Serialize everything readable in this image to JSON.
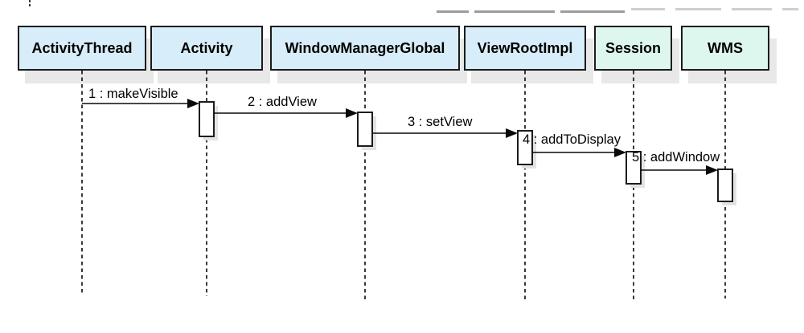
{
  "diagram": {
    "type": "uml-sequence-diagram",
    "participants": [
      {
        "id": "activity-thread",
        "label": "ActivityThread",
        "fill": "#d7edf9"
      },
      {
        "id": "activity",
        "label": "Activity",
        "fill": "#d7edf9"
      },
      {
        "id": "window-manager-global",
        "label": "WindowManagerGlobal",
        "fill": "#d7edf9"
      },
      {
        "id": "view-root-impl",
        "label": "ViewRootImpl",
        "fill": "#d7edf9"
      },
      {
        "id": "session",
        "label": "Session",
        "fill": "#ddf7ee"
      },
      {
        "id": "wms",
        "label": "WMS",
        "fill": "#ddf7ee"
      }
    ],
    "messages": [
      {
        "seq": 1,
        "name": "makeVisible",
        "label": "1 : makeVisible",
        "from": "ActivityThread",
        "to": "Activity"
      },
      {
        "seq": 2,
        "name": "addView",
        "label": "2 : addView",
        "from": "Activity",
        "to": "WindowManagerGlobal"
      },
      {
        "seq": 3,
        "name": "setView",
        "label": "3 : setView",
        "from": "WindowManagerGlobal",
        "to": "ViewRootImpl"
      },
      {
        "seq": 4,
        "name": "addToDisplay",
        "label": "4 : addToDisplay",
        "from": "ViewRootImpl",
        "to": "Session"
      },
      {
        "seq": 5,
        "name": "addWindow",
        "label": "5 : addWindow",
        "from": "Session",
        "to": "WMS"
      }
    ],
    "colors": {
      "participant_blue": "#d7edf9",
      "participant_green": "#ddf7ee",
      "box_border": "#1c1c1c",
      "drop_shadow": "#e8e8e8",
      "line_color": "#000000",
      "background": "#ffffff"
    }
  }
}
